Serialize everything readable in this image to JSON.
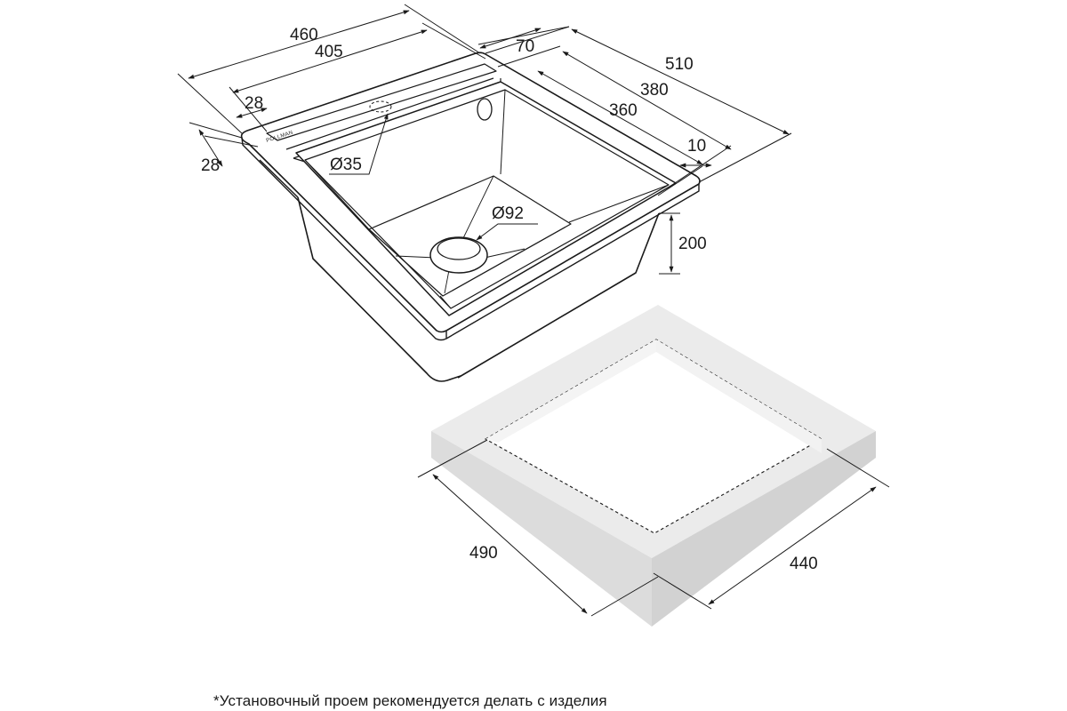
{
  "sink": {
    "brand": "POLLMAN",
    "dimensions": {
      "overall_width": "460",
      "bowl_width": "405",
      "rim_side": "28",
      "rim_front": "28",
      "tap_hole": "Ø35",
      "overall_depth": "510",
      "back_rim": "70",
      "inner_depth": "380",
      "bowl_depth": "360",
      "side_gap": "10",
      "drain": "Ø92",
      "bowl_height": "200"
    }
  },
  "cutout": {
    "dimensions": {
      "depth": "490",
      "width": "440"
    }
  },
  "footnote": "*Установочный проем рекомендуется делать с изделия"
}
